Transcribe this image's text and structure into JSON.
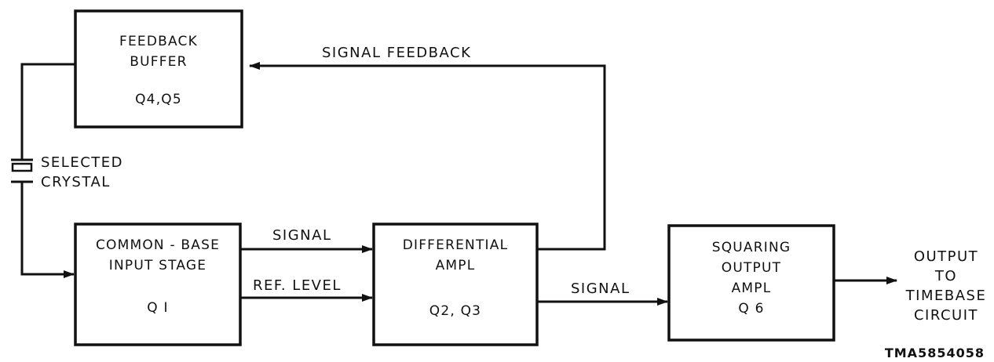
{
  "blocks": {
    "feedback_buffer": {
      "line1": "FEEDBACK",
      "line2": "BUFFER",
      "line3": "Q4,Q5"
    },
    "common_base": {
      "line1": "COMMON - BASE",
      "line2": "INPUT  STAGE",
      "line3": "Q I"
    },
    "differential": {
      "line1": "DIFFERENTIAL",
      "line2": "AMPL",
      "line3": "Q2, Q3"
    },
    "squaring": {
      "line1": "SQUARING",
      "line2": "OUTPUT",
      "line3": "AMPL",
      "line4": "Q 6"
    }
  },
  "labels": {
    "signal_feedback": "SIGNAL  FEEDBACK",
    "crystal_line1": "SELECTED",
    "crystal_line2": "CRYSTAL",
    "signal_top": "SIGNAL",
    "ref_level": "REF.  LEVEL",
    "signal_out": "SIGNAL",
    "output_line1": "OUTPUT",
    "output_line2": "TO",
    "output_line3": "TIMEBASE",
    "output_line4": "CIRCUIT"
  },
  "figure_code": "TMA5854058"
}
